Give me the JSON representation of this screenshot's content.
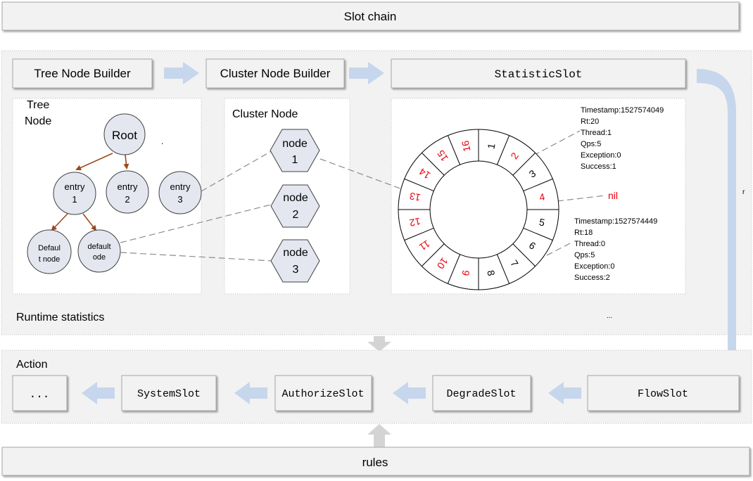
{
  "slot_chain": "Slot chain",
  "rules": "rules",
  "runtime_statistics": "Runtime statistics",
  "action": "Action",
  "builders": {
    "tree_node_builder": "Tree Node Builder",
    "cluster_node_builder": "Cluster Node Builder",
    "statistic_slot": "StatisticSlot"
  },
  "tree": {
    "title_line1": "Tree",
    "title_line2": "Node",
    "root": "Root",
    "entry1_l1": "entry",
    "entry1_l2": "1",
    "entry2_l1": "entry",
    "entry2_l2": "2",
    "entry3_l1": "entry",
    "entry3_l2": "3",
    "default1_l1": "Defaul",
    "default1_l2": "t node",
    "default2_l1": "default",
    "default2_l2": "ode",
    "stray_dot": "."
  },
  "cluster": {
    "title": "Cluster Node",
    "node1_l1": "node",
    "node1_l2": "1",
    "node2_l1": "node",
    "node2_l2": "2",
    "node3_l1": "node",
    "node3_l2": "3"
  },
  "ring": {
    "red_color": "#e8000b",
    "black_color": "#000000",
    "segments": [
      {
        "label": "1",
        "color": "black"
      },
      {
        "label": "2",
        "color": "red"
      },
      {
        "label": "3",
        "color": "black"
      },
      {
        "label": "4",
        "color": "red"
      },
      {
        "label": "5",
        "color": "black"
      },
      {
        "label": "6",
        "color": "black"
      },
      {
        "label": "7",
        "color": "black"
      },
      {
        "label": "8",
        "color": "black"
      },
      {
        "label": "9",
        "color": "red"
      },
      {
        "label": "10",
        "color": "red"
      },
      {
        "label": "11",
        "color": "red"
      },
      {
        "label": "12",
        "color": "red"
      },
      {
        "label": "13",
        "color": "red"
      },
      {
        "label": "14",
        "color": "red"
      },
      {
        "label": "15",
        "color": "red"
      },
      {
        "label": "16",
        "color": "red"
      }
    ],
    "nil": "nil",
    "stats_top": [
      "Timestamp:1527574049",
      "Rt:20",
      "Thread:1",
      "Qps:5",
      "Exception:0",
      "Success:1"
    ],
    "stats_bottom": [
      "Timestamp:1527574449",
      "Rt:18",
      "Thread:0",
      "Qps:5",
      "Exception:0",
      "Success:2"
    ],
    "ellipsis": "..."
  },
  "stray_r": "r",
  "actions": {
    "more": "...",
    "system_slot": "SystemSlot",
    "authorize_slot": "AuthorizeSlot",
    "degrade_slot": "DegradeSlot",
    "flow_slot": "FlowSlot"
  },
  "colors": {
    "arrow_blue": "#c6d6ec",
    "arrow_gray": "#d4d4d4",
    "tree_edge": "#9a4a1c",
    "node_fill": "#e4e7f0",
    "panel_fill": "#f2f2f2"
  }
}
